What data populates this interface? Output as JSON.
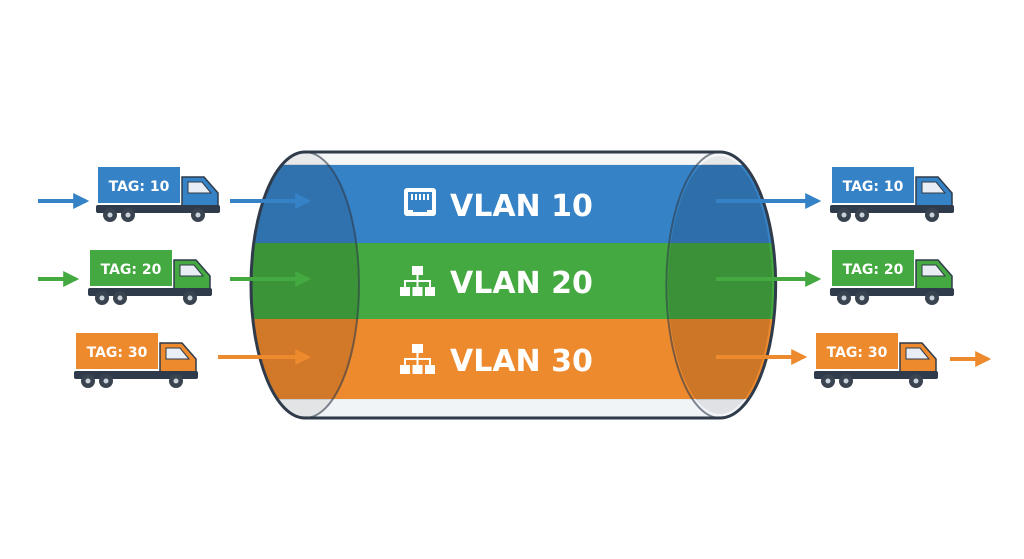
{
  "colors": {
    "vlan10": "#3682c6",
    "vlan10_dark": "#2a6aa6",
    "vlan20": "#44a940",
    "vlan20_dark": "#358a34",
    "vlan30": "#ee8a2e",
    "vlan30_dark": "#c96f20",
    "outline": "#2f3b4a",
    "tire": "#3a4350"
  },
  "tunnel": {
    "bands": [
      {
        "label": "VLAN 10",
        "icon": "ethernet-port-icon",
        "color_key": "vlan10"
      },
      {
        "label": "VLAN 20",
        "icon": "network-tree-icon",
        "color_key": "vlan20"
      },
      {
        "label": "VLAN 30",
        "icon": "network-tree-icon",
        "color_key": "vlan30"
      }
    ]
  },
  "incoming_trucks": [
    {
      "tag": "TAG: 10",
      "color_key": "vlan10"
    },
    {
      "tag": "TAG: 20",
      "color_key": "vlan20"
    },
    {
      "tag": "TAG: 30",
      "color_key": "vlan30"
    }
  ],
  "outgoing_trucks": [
    {
      "tag": "TAG: 10",
      "color_key": "vlan10"
    },
    {
      "tag": "TAG: 20",
      "color_key": "vlan20"
    },
    {
      "tag": "TAG: 30",
      "color_key": "vlan30"
    }
  ]
}
